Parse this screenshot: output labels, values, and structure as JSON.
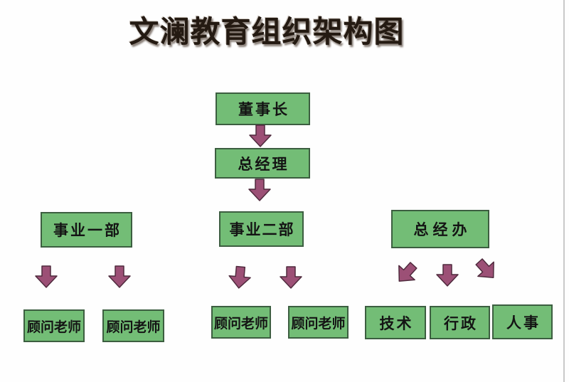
{
  "page": {
    "title": "文澜教育组织架构图"
  },
  "colors": {
    "box_fill": "#73BD76",
    "box_border": "#3C5E40",
    "arrow_fill": "#9C5076",
    "arrow_border": "#4F2A3D",
    "page_edge_line": "#C9C9C9",
    "background": "#FEFEFE",
    "text": "#141414"
  },
  "org": {
    "nodes": [
      {
        "id": "chairman",
        "label": "董事长",
        "level": 1
      },
      {
        "id": "general-manager",
        "label": "总经理",
        "level": 2
      },
      {
        "id": "division-1",
        "label": "事业一部",
        "level": 3
      },
      {
        "id": "division-2",
        "label": "事业二部",
        "level": 3
      },
      {
        "id": "gm-office",
        "label": "总经办",
        "level": 3
      },
      {
        "id": "consultant-1",
        "label": "顾问老师",
        "level": 4,
        "parent": "事业一部"
      },
      {
        "id": "consultant-2",
        "label": "顾问老师",
        "level": 4,
        "parent": "事业一部"
      },
      {
        "id": "consultant-3",
        "label": "顾问老师",
        "level": 4,
        "parent": "事业二部"
      },
      {
        "id": "consultant-4",
        "label": "顾问老师",
        "level": 4,
        "parent": "事业二部"
      },
      {
        "id": "tech",
        "label": "技术",
        "level": 4,
        "parent": "总经办"
      },
      {
        "id": "admin",
        "label": "行政",
        "level": 4,
        "parent": "总经办"
      },
      {
        "id": "hr",
        "label": "人事",
        "level": 4,
        "parent": "总经办"
      }
    ]
  },
  "chart_data": {
    "type": "org-chart",
    "title": "文澜教育组织架构图",
    "hierarchy": {
      "label": "董事长",
      "children": [
        {
          "label": "总经理",
          "children": [
            {
              "label": "事业一部",
              "children": [
                {
                  "label": "顾问老师"
                },
                {
                  "label": "顾问老师"
                }
              ]
            },
            {
              "label": "事业二部",
              "children": [
                {
                  "label": "顾问老师"
                },
                {
                  "label": "顾问老师"
                }
              ]
            },
            {
              "label": "总经办",
              "children": [
                {
                  "label": "技术"
                },
                {
                  "label": "行政"
                },
                {
                  "label": "人事"
                }
              ]
            }
          ]
        }
      ]
    }
  }
}
